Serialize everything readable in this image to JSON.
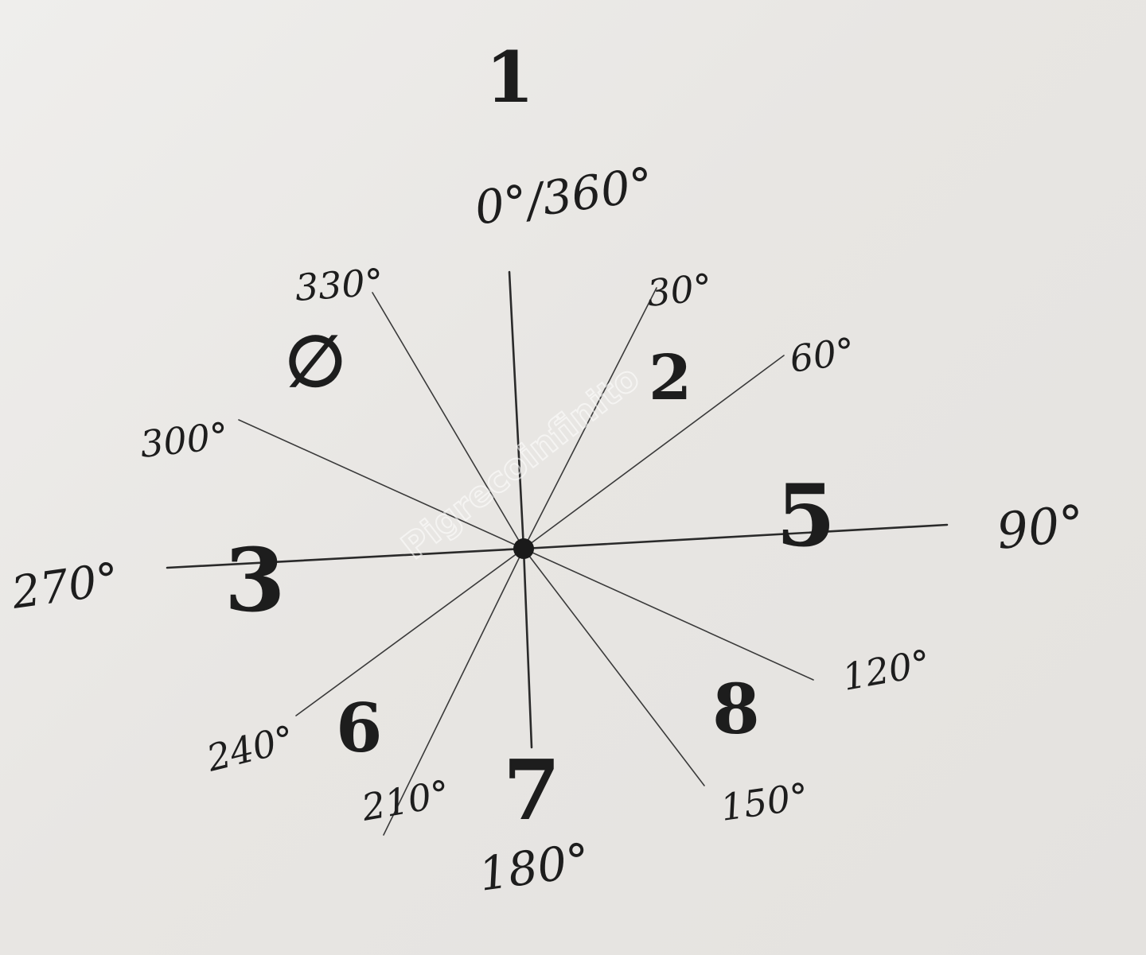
{
  "diagram": {
    "watermark": "Pigrecoinfinito",
    "degree_labels": [
      {
        "id": "deg-0-360",
        "text": "0°/360°"
      },
      {
        "id": "deg-30",
        "text": "30°"
      },
      {
        "id": "deg-60",
        "text": "60°"
      },
      {
        "id": "deg-90",
        "text": "90°"
      },
      {
        "id": "deg-120",
        "text": "120°"
      },
      {
        "id": "deg-150",
        "text": "150°"
      },
      {
        "id": "deg-180",
        "text": "180°"
      },
      {
        "id": "deg-210",
        "text": "210°"
      },
      {
        "id": "deg-240",
        "text": "240°"
      },
      {
        "id": "deg-270",
        "text": "270°"
      },
      {
        "id": "deg-300",
        "text": "300°"
      },
      {
        "id": "deg-330",
        "text": "330°"
      }
    ],
    "numbers": [
      {
        "id": "num-1",
        "text": "1"
      },
      {
        "id": "num-2",
        "text": "2"
      },
      {
        "id": "num-3",
        "text": "3"
      },
      {
        "id": "num-5",
        "text": "5"
      },
      {
        "id": "num-6",
        "text": "6"
      },
      {
        "id": "num-7",
        "text": "7"
      },
      {
        "id": "num-8",
        "text": "8"
      },
      {
        "id": "num-empty-set",
        "text": "∅"
      }
    ]
  }
}
